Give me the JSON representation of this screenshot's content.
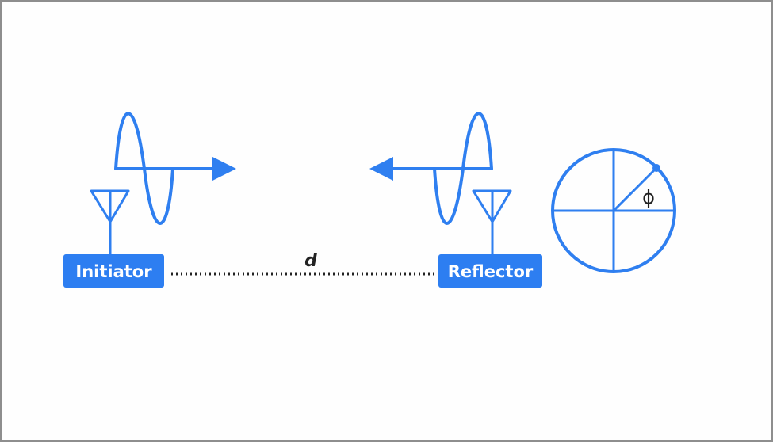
{
  "diagram": {
    "initiator_label": "Initiator",
    "reflector_label": "Reflector",
    "distance_label": "d",
    "phase_label": "ϕ"
  },
  "colors": {
    "accent": "#2f7ff0",
    "box_fill": "#2d7ef1",
    "dots": "#222222",
    "frame_border": "#8e8e8e"
  },
  "icons": [
    "antenna-icon",
    "sine-wave-icon",
    "arrow-right-icon",
    "arrow-left-icon",
    "phase-circle-icon"
  ]
}
